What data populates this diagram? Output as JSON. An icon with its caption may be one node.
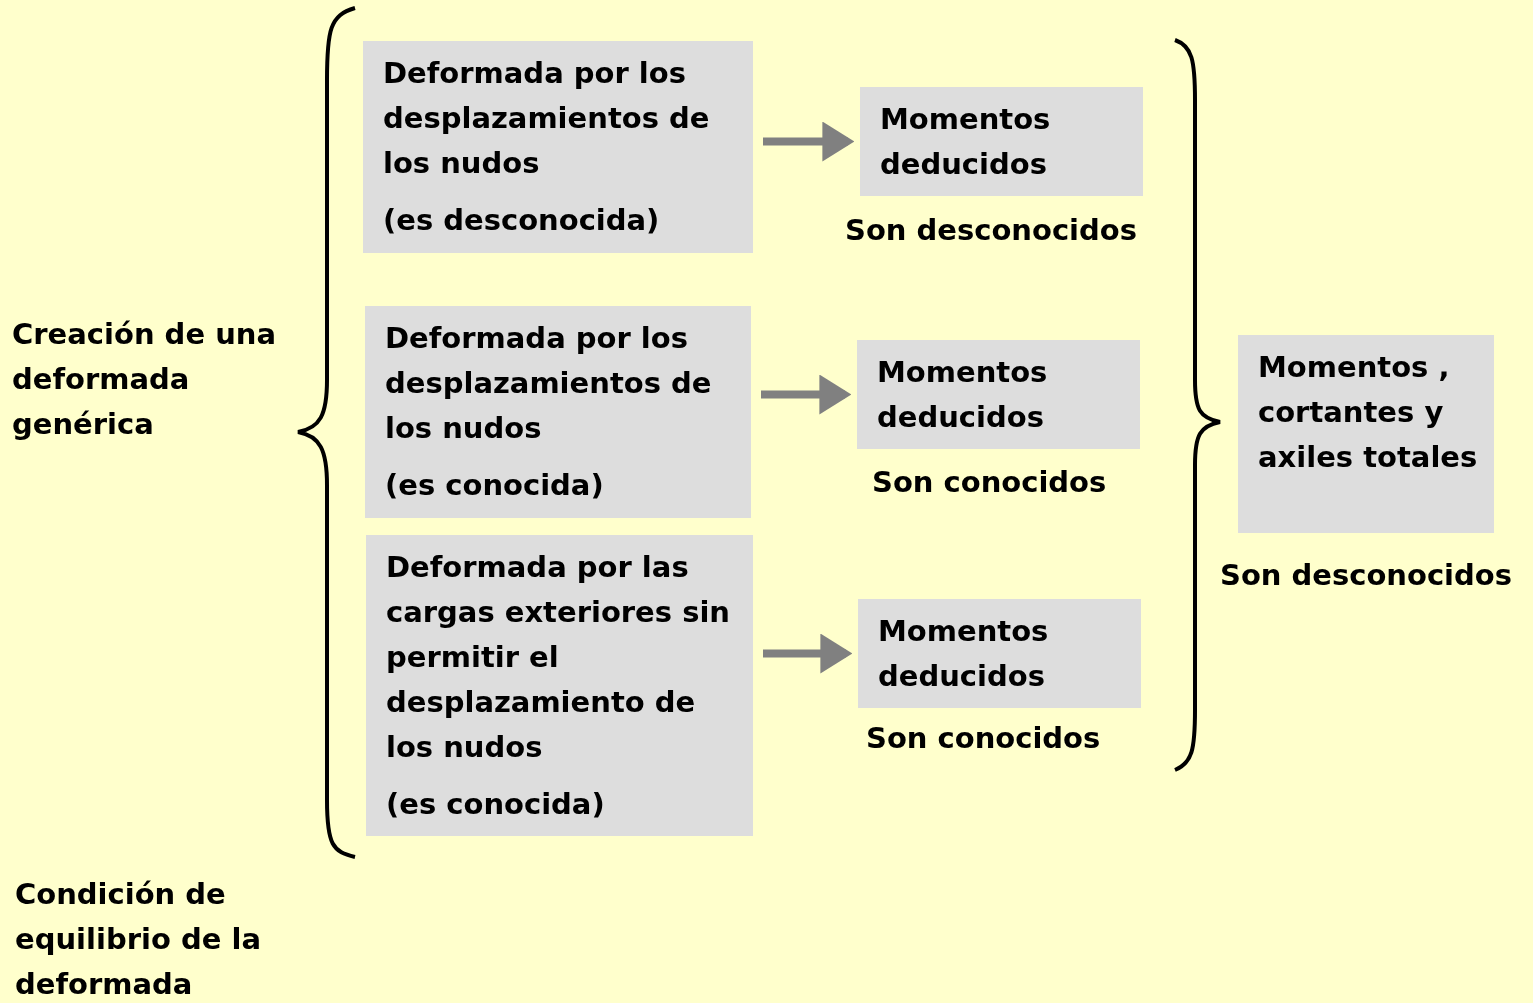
{
  "diagram": {
    "nodes": [
      {
        "text": [
          "Deformada por los desplazamientos de los nudos",
          "(es desconocida)"
        ]
      },
      {
        "text": [
          "Momentos deducidos"
        ],
        "beside": [
          "Son desconocidos"
        ]
      },
      {
        "text": [
          "Deformada por los desplazamientos de los nudos",
          "(es conocida)"
        ]
      },
      {
        "text": [
          "Momentos deducidos"
        ],
        "beside": [
          "Son conocidos"
        ]
      },
      {
        "text": [
          "Deformada por las cargas exteriores sin permitir el desplazamiento de los nudos",
          "(es conocida)"
        ]
      },
      {
        "text": [
          "Momentos deducidos"
        ],
        "beside": [
          "Son conocidos"
        ]
      },
      {
        "text": [
          "Momentos , cortantes y axiles totales"
        ],
        "beside": [
          "Son desconocidos"
        ]
      }
    ],
    "edges": [
      {
        "from": 0,
        "to": 1,
        "arrow": "to"
      },
      {
        "from": 2,
        "to": 3,
        "arrow": "to"
      },
      {
        "from": 4,
        "to": 5,
        "arrow": "to"
      }
    ],
    "labels": [
      "Creación de una deformada genérica",
      "Condición de equilibrio de la deformada"
    ]
  }
}
